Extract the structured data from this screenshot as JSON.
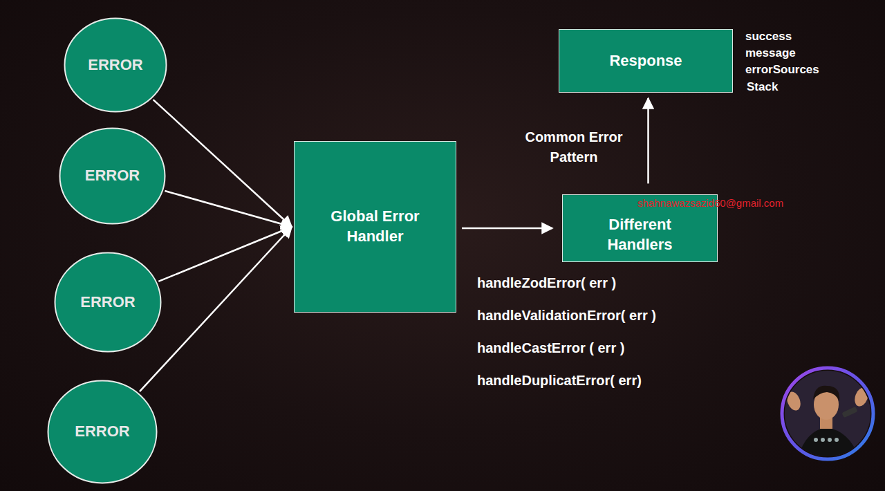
{
  "diagram": {
    "nodes": [
      {
        "text": [
          "ERROR"
        ]
      },
      {
        "text": [
          "ERROR"
        ]
      },
      {
        "text": [
          "ERROR"
        ]
      },
      {
        "text": [
          "ERROR"
        ]
      },
      {
        "text": [
          "Global Error Handler"
        ]
      },
      {
        "text": [
          "Different Handlers"
        ]
      },
      {
        "text": [
          "Response"
        ]
      }
    ],
    "edges": [
      {
        "from": 0,
        "to": 4,
        "arrow": "to"
      },
      {
        "from": 1,
        "to": 4,
        "arrow": "to"
      },
      {
        "from": 2,
        "to": 4,
        "arrow": "to"
      },
      {
        "from": 3,
        "to": 4,
        "arrow": "to"
      },
      {
        "from": 4,
        "to": 5,
        "arrow": "to"
      },
      {
        "from": 5,
        "to": 6,
        "label": "Common Error Pattern",
        "arrow": "to"
      }
    ],
    "labels": [
      "success",
      "message",
      "errorSources",
      "Stack",
      "shahnawazsazid60@gmail.com",
      "handleZodError( err )",
      "handleValidationError( err )",
      "handleCastError ( err )",
      "handleDuplicatError( err)"
    ]
  }
}
